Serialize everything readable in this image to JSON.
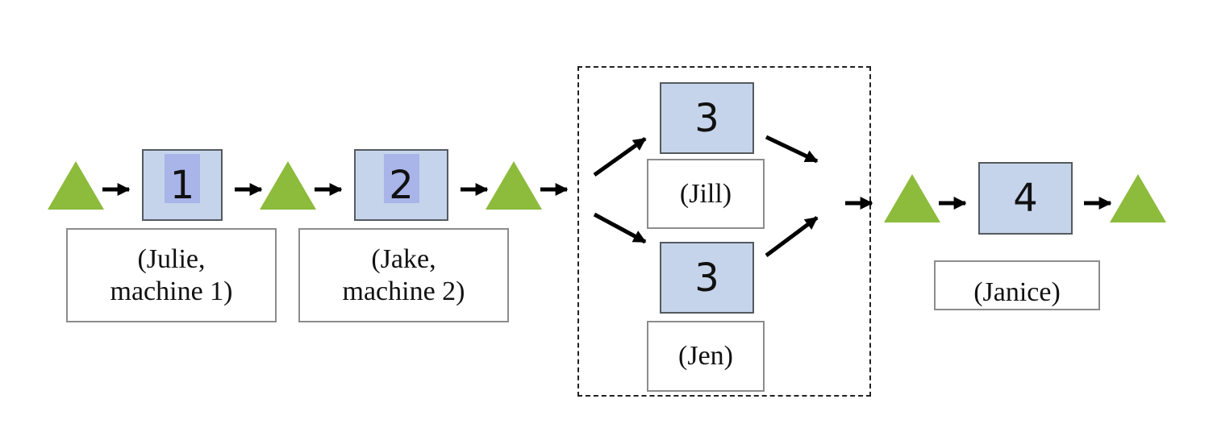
{
  "steps": [
    {
      "number": "1",
      "worker": "(Julie,\nmachine 1)"
    },
    {
      "number": "2",
      "worker": "(Jake,\nmachine 2)"
    },
    {
      "number": "3",
      "worker": "(Jill)"
    },
    {
      "number": "3",
      "worker": "(Jen)"
    },
    {
      "number": "4",
      "worker": "(Janice)"
    }
  ],
  "colors": {
    "inventory_triangle": "#8dbb3c",
    "step_fill": "#c5d4ea",
    "step_highlight": "#a9b4e8",
    "arrow": "#000000"
  },
  "icons": {
    "inventory": "triangle",
    "flow": "arrow"
  }
}
